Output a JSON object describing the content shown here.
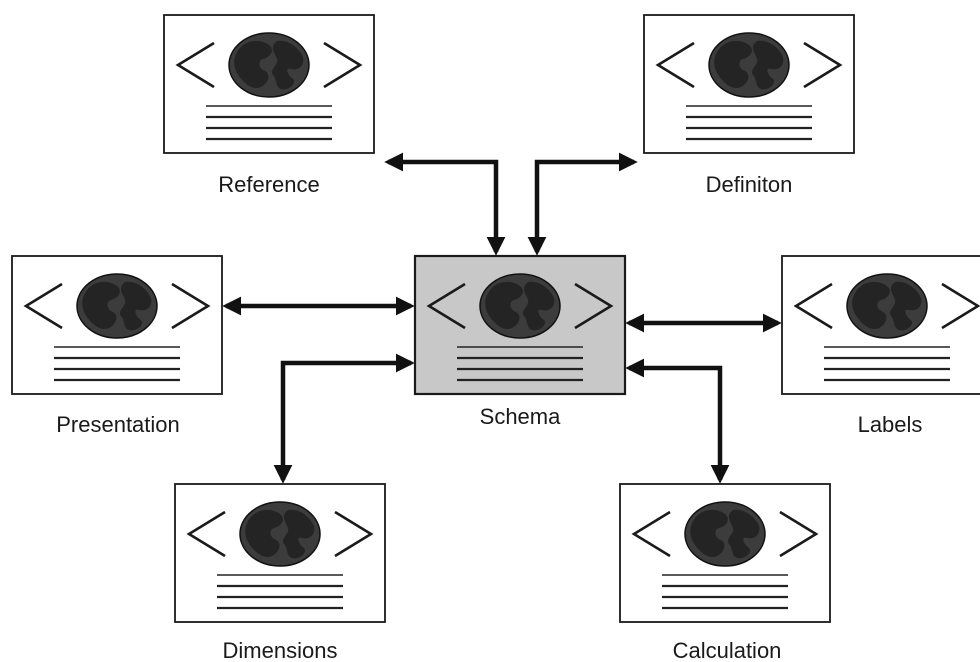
{
  "diagram": {
    "center": {
      "label": "Schema"
    },
    "nodes": [
      {
        "id": "reference",
        "label": "Reference"
      },
      {
        "id": "definition",
        "label": "Definiton"
      },
      {
        "id": "presentation",
        "label": "Presentation"
      },
      {
        "id": "labels",
        "label": "Labels"
      },
      {
        "id": "dimensions",
        "label": "Dimensions"
      },
      {
        "id": "calculation",
        "label": "Calculation"
      }
    ],
    "edges": [
      {
        "from": "reference",
        "to": "schema",
        "direction": "both"
      },
      {
        "from": "definition",
        "to": "schema",
        "direction": "both"
      },
      {
        "from": "presentation",
        "to": "schema",
        "direction": "both"
      },
      {
        "from": "labels",
        "to": "schema",
        "direction": "both"
      },
      {
        "from": "dimensions",
        "to": "schema",
        "direction": "both"
      },
      {
        "from": "calculation",
        "to": "schema",
        "direction": "both"
      }
    ],
    "icon": "document-globe-icon",
    "colors": {
      "card_fill": "#ffffff",
      "card_border": "#1a1a1a",
      "center_fill": "#c8c8c8",
      "globe_fill": "#3c3c3c",
      "land_fill": "#202020",
      "arrow": "#111111"
    }
  }
}
